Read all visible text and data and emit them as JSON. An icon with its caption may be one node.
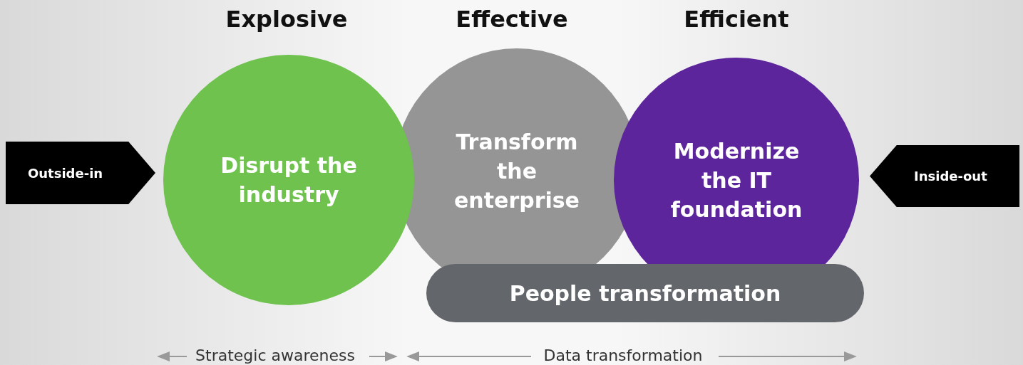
{
  "diagram": {
    "nodes": [
      {
        "text": [
          "Explosive",
          "Disrupt the industry"
        ]
      },
      {
        "text": [
          "Effective",
          "Transform the enterprise"
        ]
      },
      {
        "text": [
          "Efficient",
          "Modernize the IT foundation"
        ]
      },
      {
        "text": [
          "People transformation"
        ]
      },
      {
        "text": [
          "Outside-in"
        ]
      },
      {
        "text": [
          "Inside-out"
        ]
      }
    ],
    "labels": [
      "Strategic awareness",
      "Data transformation"
    ]
  }
}
